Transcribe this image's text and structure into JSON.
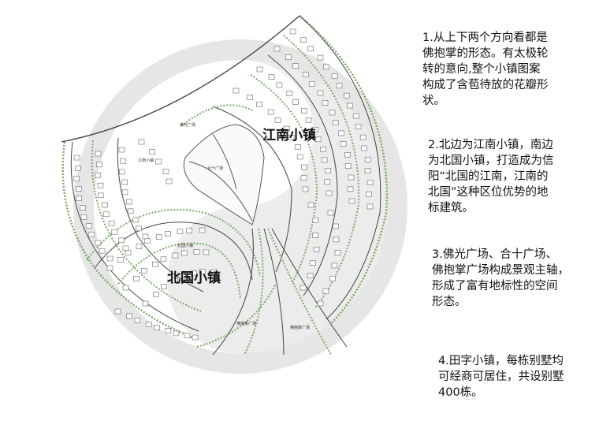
{
  "notes": [
    "1.从上下两个方向看都是\n佛抱掌的形态。有太极轮\n转的意向,整个小镇图案\n构成了含苞待放的花瓣形\n状。",
    "2.北边为江南小镇，南边\n为北国小镇，打造成为信\n阳“北国的江南，江南的\n北国”这种区位优势的地\n标建筑。",
    "3.佛光广场、合十广场、\n佛抱掌广场构成景观主轴，\n形成了富有地标性的空间\n形态。",
    "4.田字小镇，每栋别墅均\n可经商可居住，共设别墅\n400栋。"
  ],
  "plan": {
    "north_town": "江南小镇",
    "south_town": "北国小镇",
    "plaza_labels": [
      "佛光广场",
      "合十广场",
      "佛抱掌广场"
    ],
    "small_labels": [
      "江南小镇",
      "北国小镇"
    ],
    "background_color": "#e5e5e5",
    "road_green": "#7aa968"
  }
}
